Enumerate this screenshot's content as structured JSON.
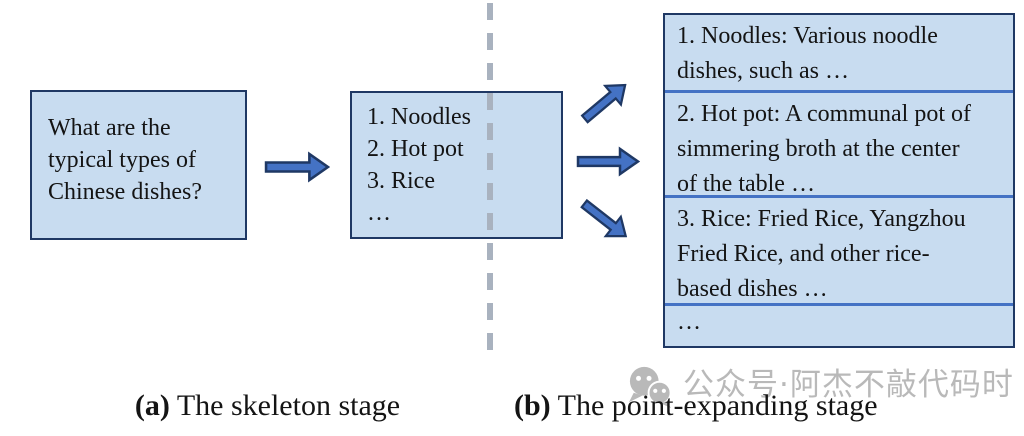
{
  "colors": {
    "box_fill": "#c8dcf0",
    "box_border": "#1f3864",
    "divider_blue": "#4472c4",
    "arrow_fill": "#4472c4",
    "arrow_outline": "#1f3864",
    "dash_line": "#a9b2bf",
    "watermark_gray": "#b2b2b2",
    "text_dark": "#141414"
  },
  "skeleton_stage": {
    "question_box_text": "What are the typical types of Chinese dishes?",
    "skeleton_items": [
      "1. Noodles",
      "2. Hot pot",
      "3. Rice",
      "…"
    ],
    "caption_label": "(a)",
    "caption_text": " The skeleton stage"
  },
  "point_expanding_stage": {
    "expanded_points": [
      "1. Noodles: Various noodle dishes, such as …",
      "2. Hot pot: A communal pot of simmering broth at the center of the table …",
      "3. Rice: Fried Rice, Yangzhou Fried Rice, and other rice-based dishes …",
      "…"
    ],
    "caption_label": "(b)",
    "caption_text": " The point-expanding stage"
  },
  "watermark": {
    "text": "公众号·阿杰不敲代码时"
  }
}
